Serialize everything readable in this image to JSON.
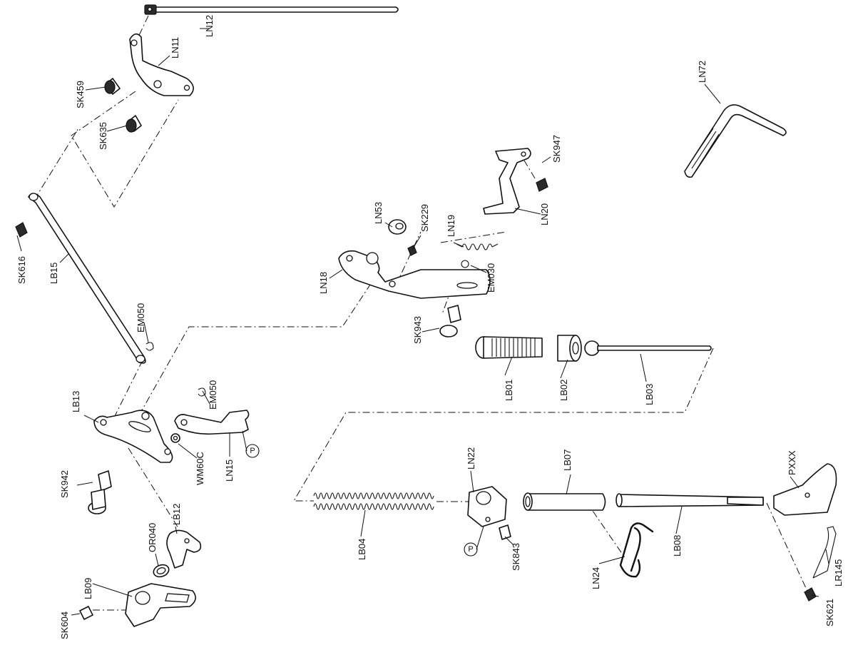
{
  "labels": {
    "LN12": "LN12",
    "LN11": "LN11",
    "SK459": "SK459",
    "SK635": "SK635",
    "LN72": "LN72",
    "SK947": "SK947",
    "LN20": "LN20",
    "LN53": "LN53",
    "SK229": "SK229",
    "LN19": "LN19",
    "EM030": "EM030",
    "LN18": "LN18",
    "SK943": "SK943",
    "SK616": "SK616",
    "LB15": "LB15",
    "EM050_a": "EM050",
    "LB01": "LB01",
    "LB02": "LB02",
    "LB03": "LB03",
    "LB13": "LB13",
    "EM050_b": "EM050",
    "WM60C": "WM60C",
    "LN15": "LN15",
    "SK942": "SK942",
    "LN22": "LN22",
    "LB07": "LB07",
    "PXXX": "PXXX",
    "LB12": "LB12",
    "OR040": "OR040",
    "LB09": "LB09",
    "SK604": "SK604",
    "LB04": "LB04",
    "SK843": "SK843",
    "LB08": "LB08",
    "LN24": "LN24",
    "LR145": "LR145",
    "SK621": "SK621"
  },
  "p_marker": "P"
}
